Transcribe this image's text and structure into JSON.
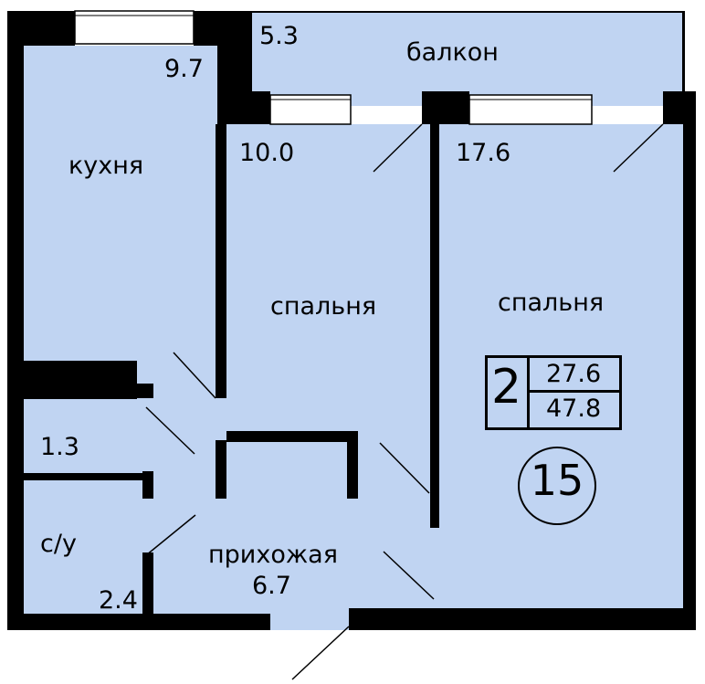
{
  "plan": {
    "colors": {
      "floor": "#c0d4f2",
      "wall": "#000000",
      "window": "#ffffff",
      "background": "#ffffff"
    },
    "rooms": [
      {
        "id": "kitchen",
        "name": "кухня",
        "area": "9.7"
      },
      {
        "id": "balcony",
        "name": "балкон",
        "area": "5.3"
      },
      {
        "id": "bedroom1",
        "name": "спальня",
        "area": "10.0"
      },
      {
        "id": "bedroom2",
        "name": "спальня",
        "area": "17.6"
      },
      {
        "id": "storage",
        "name": "",
        "area": "1.3"
      },
      {
        "id": "bathroom",
        "name": "с/у",
        "area": "2.4"
      },
      {
        "id": "hallway",
        "name": "прихожая",
        "area": "6.7"
      }
    ],
    "summary": {
      "rooms_count": "2",
      "living_area": "27.6",
      "total_area": "47.8"
    },
    "apartment_number": "15"
  }
}
